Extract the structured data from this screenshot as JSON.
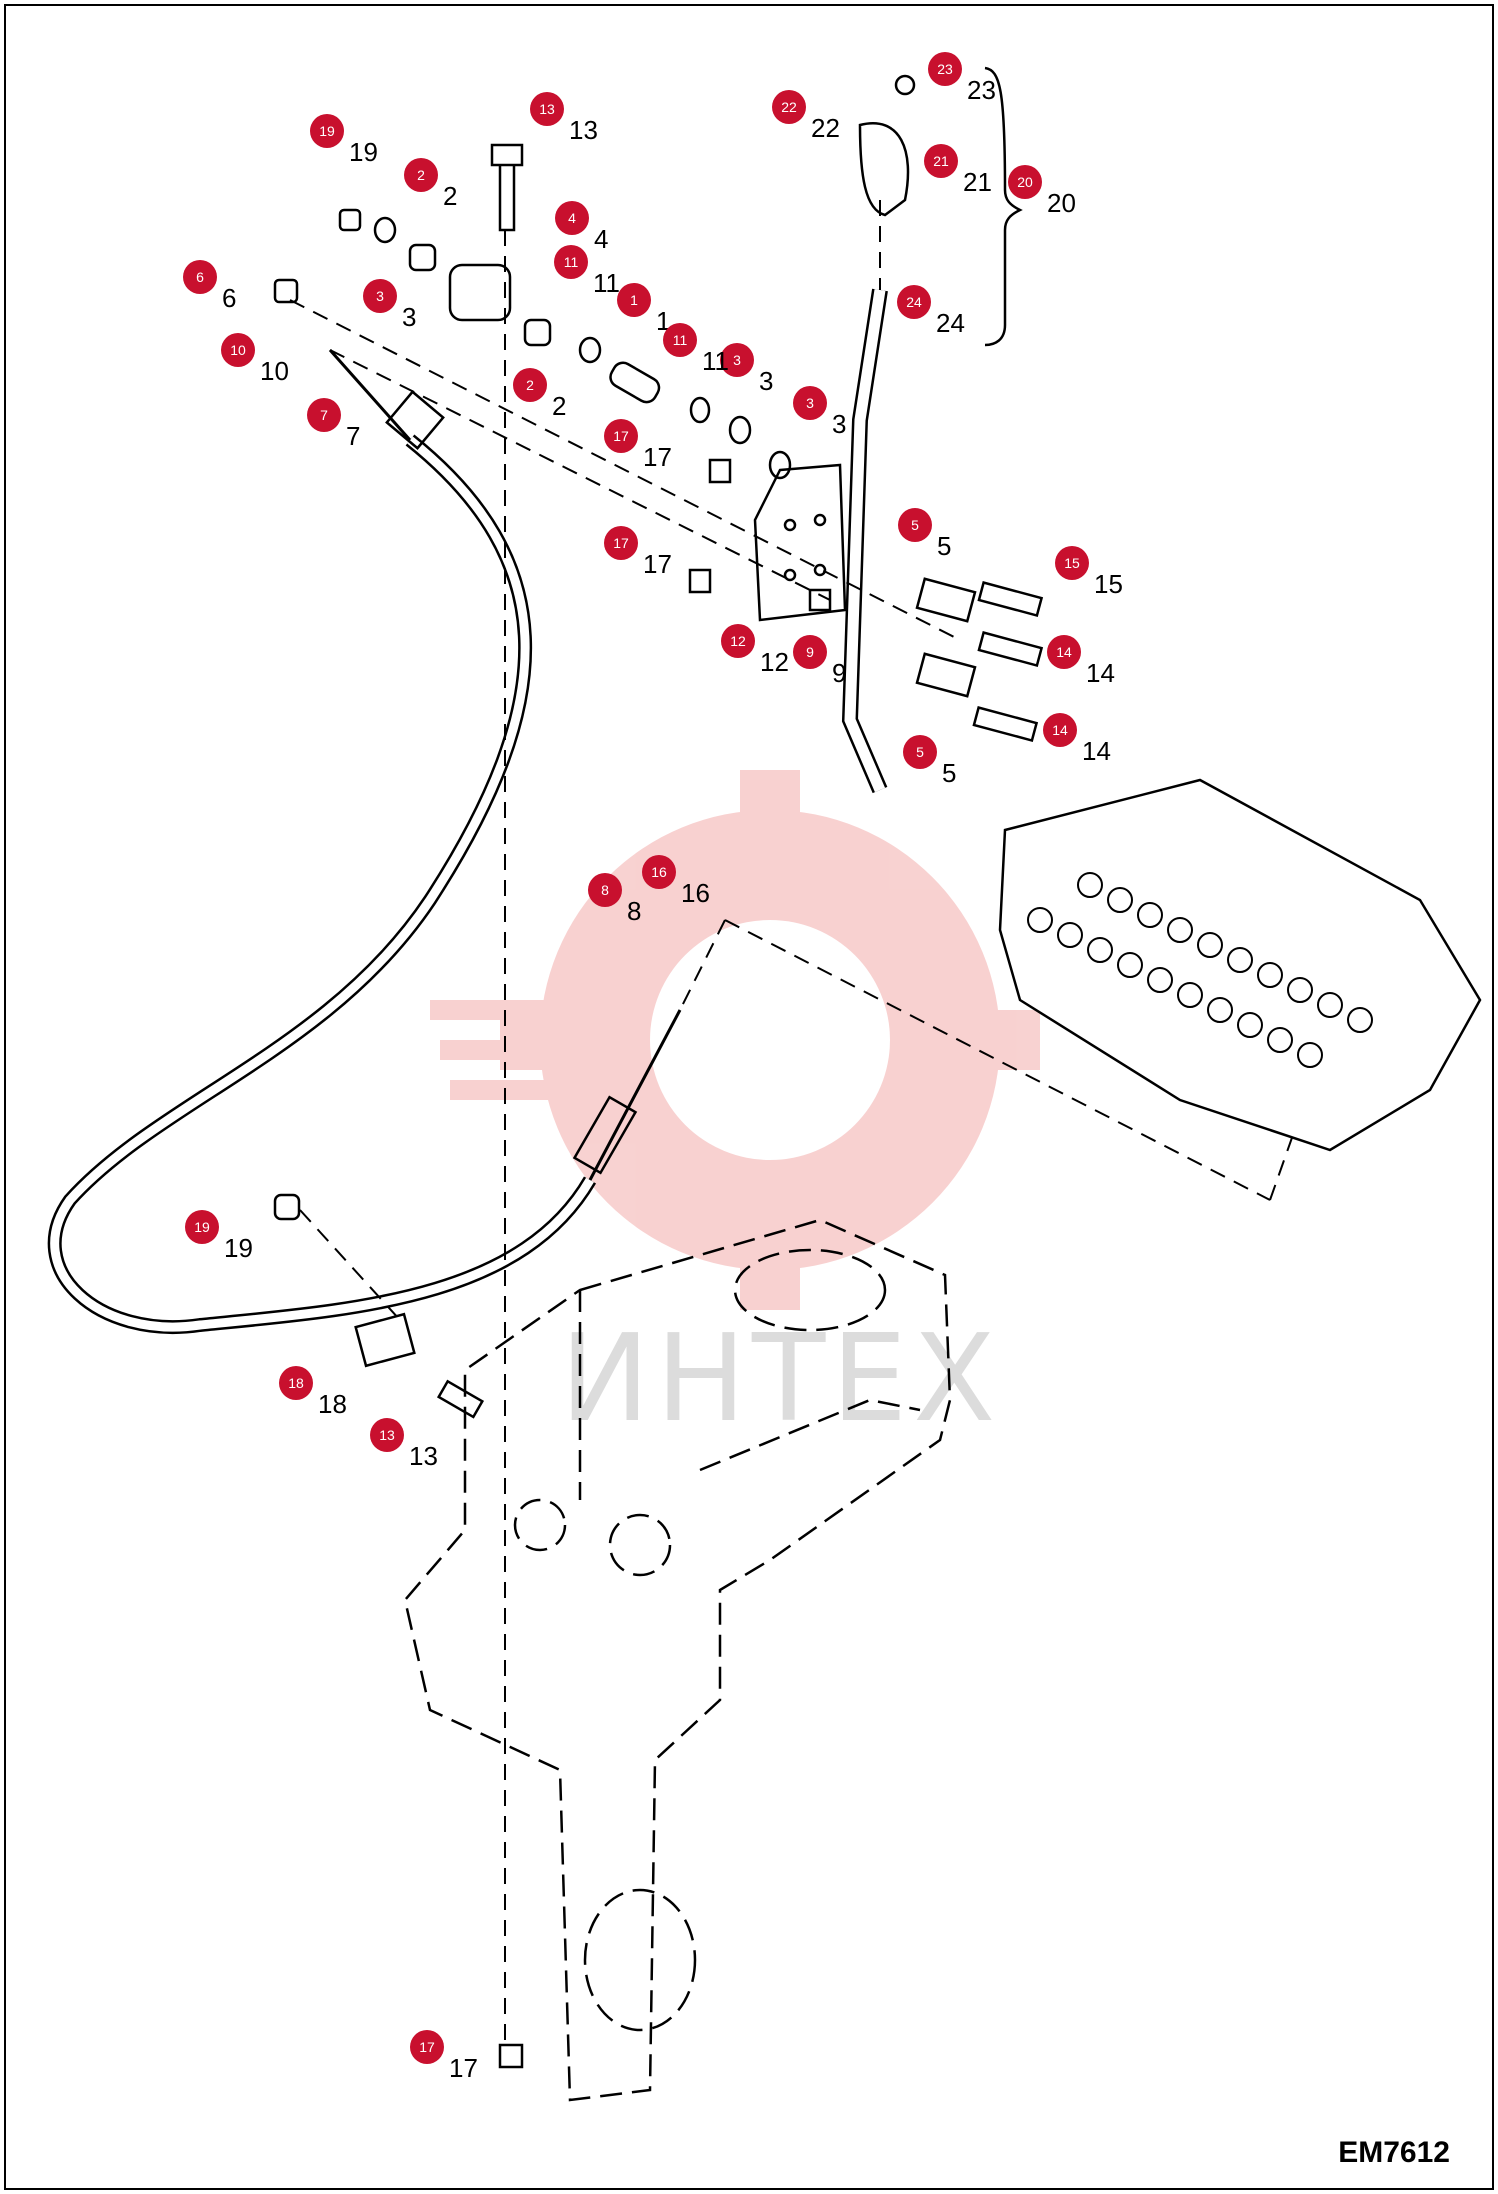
{
  "diagram": {
    "code": "EM7612",
    "watermark_text": "ИНТЕХ",
    "callout_color": "#c8102e",
    "callouts": [
      {
        "n": "1",
        "label": "1"
      },
      {
        "n": "2",
        "label": "2"
      },
      {
        "n": "2",
        "label": "2"
      },
      {
        "n": "3",
        "label": "3"
      },
      {
        "n": "3",
        "label": "3"
      },
      {
        "n": "3",
        "label": "3"
      },
      {
        "n": "4",
        "label": "4"
      },
      {
        "n": "5",
        "label": "5"
      },
      {
        "n": "5",
        "label": "5"
      },
      {
        "n": "6",
        "label": "6"
      },
      {
        "n": "7",
        "label": "7"
      },
      {
        "n": "8",
        "label": "8"
      },
      {
        "n": "9",
        "label": "9"
      },
      {
        "n": "10",
        "label": "10"
      },
      {
        "n": "11",
        "label": "11"
      },
      {
        "n": "11",
        "label": "11"
      },
      {
        "n": "12",
        "label": "12"
      },
      {
        "n": "13",
        "label": "13"
      },
      {
        "n": "13",
        "label": "13"
      },
      {
        "n": "14",
        "label": "14"
      },
      {
        "n": "14",
        "label": "14"
      },
      {
        "n": "15",
        "label": "15"
      },
      {
        "n": "16",
        "label": "16"
      },
      {
        "n": "17",
        "label": "17"
      },
      {
        "n": "17",
        "label": "17"
      },
      {
        "n": "17",
        "label": "17"
      },
      {
        "n": "18",
        "label": "18"
      },
      {
        "n": "19",
        "label": "19"
      },
      {
        "n": "19",
        "label": "19"
      },
      {
        "n": "20",
        "label": "20"
      },
      {
        "n": "21",
        "label": "21"
      },
      {
        "n": "22",
        "label": "22"
      },
      {
        "n": "23",
        "label": "23"
      },
      {
        "n": "24",
        "label": "24"
      }
    ]
  }
}
